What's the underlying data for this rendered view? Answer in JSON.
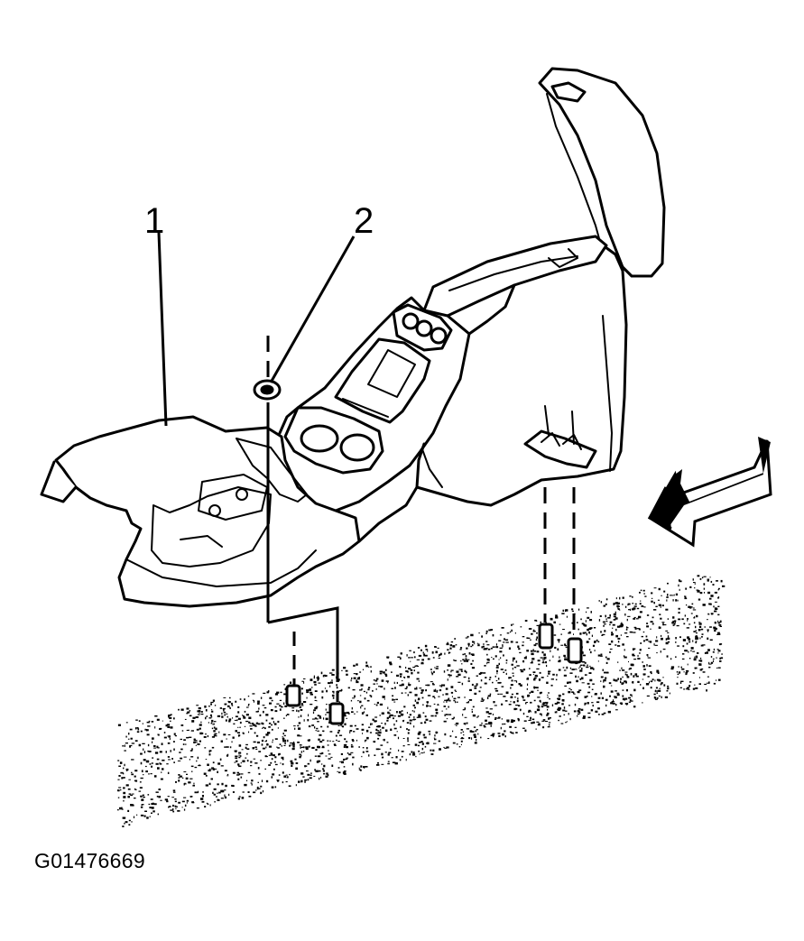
{
  "callouts": [
    {
      "label": "1"
    },
    {
      "label": "2"
    }
  ],
  "figure_id": "G01476669",
  "colors": {
    "ink": "#000000",
    "paper": "#ffffff"
  }
}
